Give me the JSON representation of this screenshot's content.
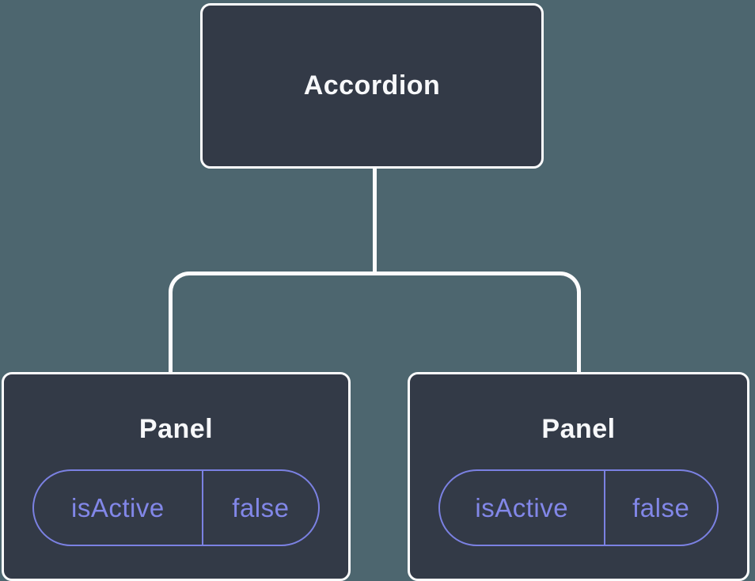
{
  "colors": {
    "background": "#4D666F",
    "node_fill": "#333A47",
    "node_border": "#FCFCFD",
    "node_text": "#F7F8FA",
    "connector": "#FCFCFD",
    "state_border": "#7B81E2",
    "state_text": "#8287E8"
  },
  "tree": {
    "root": {
      "label": "Accordion"
    },
    "children": [
      {
        "label": "Panel",
        "state": {
          "key": "isActive",
          "value": "false"
        }
      },
      {
        "label": "Panel",
        "state": {
          "key": "isActive",
          "value": "false"
        }
      }
    ]
  }
}
